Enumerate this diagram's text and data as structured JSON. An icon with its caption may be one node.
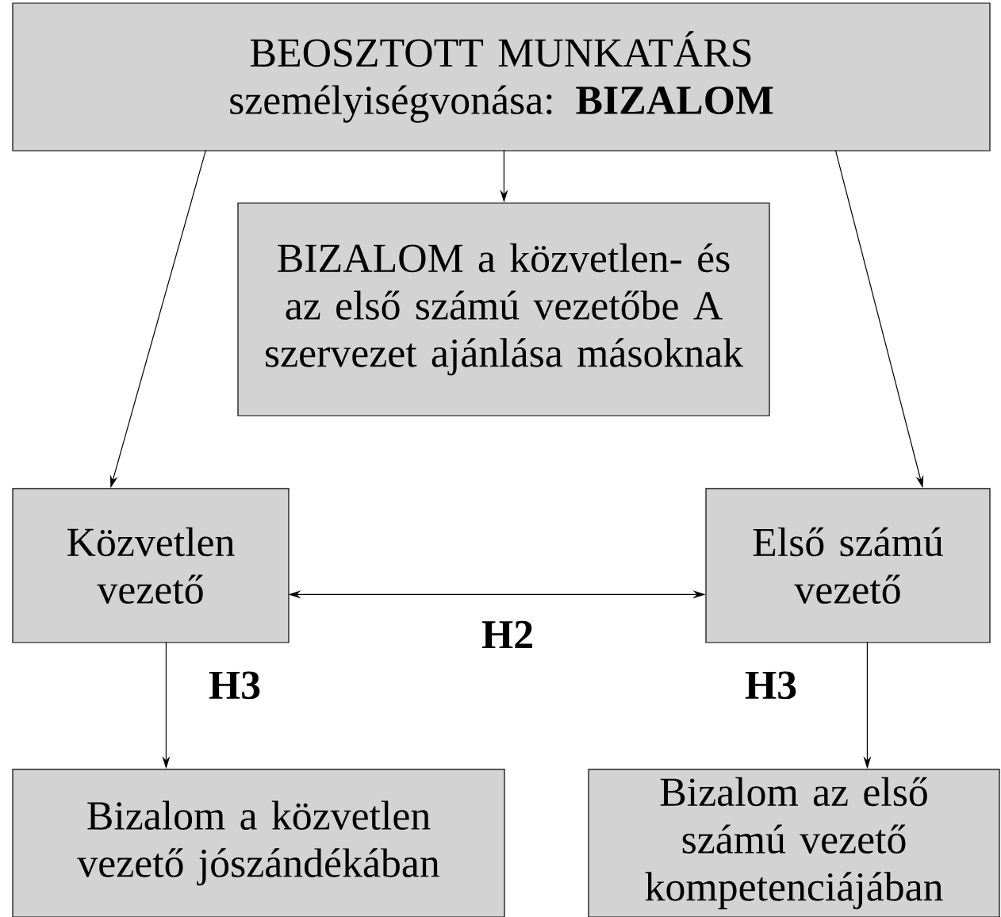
{
  "diagram": {
    "nodes": [
      {
        "text": [
          "BEOSZTOTT MUNKATÁRS személyiségvonása: **BIZALOM**"
        ]
      },
      {
        "text": [
          "BIZALOM a közvetlen- és az első számú vezetőbe A szervezet ajánlása másoknak"
        ]
      },
      {
        "text": [
          "Közvetlen vezető"
        ]
      },
      {
        "text": [
          "Első számú vezető"
        ]
      },
      {
        "text": [
          "Bizalom a közvetlen vezető jószándékában"
        ]
      },
      {
        "text": [
          "Bizalom az első számú vezető kompetenciájában"
        ]
      }
    ],
    "edges": [
      {
        "from": 0,
        "to": 1,
        "arrow": "to"
      },
      {
        "from": 0,
        "to": 2,
        "arrow": "to"
      },
      {
        "from": 0,
        "to": 3,
        "arrow": "to"
      },
      {
        "from": 2,
        "to": 3,
        "arrow": "both",
        "label": "H2"
      },
      {
        "from": 2,
        "to": 4,
        "arrow": "to",
        "label": "H3"
      },
      {
        "from": 3,
        "to": 5,
        "arrow": "to",
        "label": "H3"
      }
    ]
  }
}
